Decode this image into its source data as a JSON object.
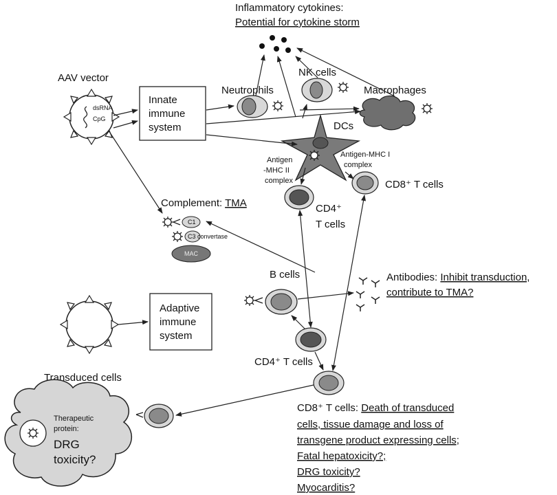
{
  "title_line1": "Inflammatory cytokines:",
  "title_line2": "Potential for cytokine storm",
  "aav_vector": "AAV vector",
  "dsrna": "dsRNA",
  "cpg": "CpG",
  "innate_line1": "Innate",
  "innate_line2": "immune",
  "innate_line3": "system",
  "neutrophils": "Neutrophils",
  "nk_cells": "NK cells",
  "macrophages": "Macrophages",
  "dcs": "DCs",
  "antigen_mhc2_line1": "Antigen",
  "antigen_mhc2_line2": "-MHC II",
  "antigen_mhc2_line3": "complex",
  "antigen_mhc1_line1": "Antigen-MHC I",
  "antigen_mhc1_line2": "complex",
  "cd8_t_cells_top": "CD8⁺ T cells",
  "cd4_line1": "CD4⁺",
  "cd4_line2": "T cells",
  "complement_prefix": "Complement: ",
  "complement_tma": "TMA",
  "c1": "C1",
  "c3_convertase": "C3 convertase",
  "mac": "MAC",
  "b_cells": "B cells",
  "antibodies_prefix": "Antibodies: ",
  "antibodies_line1": "Inhibit transduction,",
  "antibodies_line2": "contribute to TMA?",
  "adaptive_line1": "Adaptive",
  "adaptive_line2": "immune",
  "adaptive_line3": "system",
  "cd4_t_cells_bottom": "CD4⁺ T cells",
  "transduced_cells": "Transduced cells",
  "therapeutic_line1": "Therapeutic",
  "therapeutic_line2": "protein:",
  "drg_line1": "DRG",
  "drg_line2": "toxicity?",
  "cd8_effects_prefix": "CD8⁺ T cells:  ",
  "cd8_effects_line1": "Death of transduced",
  "cd8_effects_line2": "cells, tissue damage and loss of",
  "cd8_effects_line3": "transgene product expressing cells;",
  "cd8_effects_line4": "Fatal hepatoxicity?;",
  "cd8_effects_line5": "DRG toxicity?",
  "cd8_effects_line6": "Myocarditis?",
  "colors": {
    "cell_fill": "#d8d8d8",
    "nucleus_fill": "#8a8a8a",
    "nucleus_dark": "#555555",
    "macrophage_fill": "#6f6f6f",
    "dc_fill": "#7a7a7a",
    "cloud_fill": "#d6d6d6",
    "mac_fill": "#777777"
  }
}
